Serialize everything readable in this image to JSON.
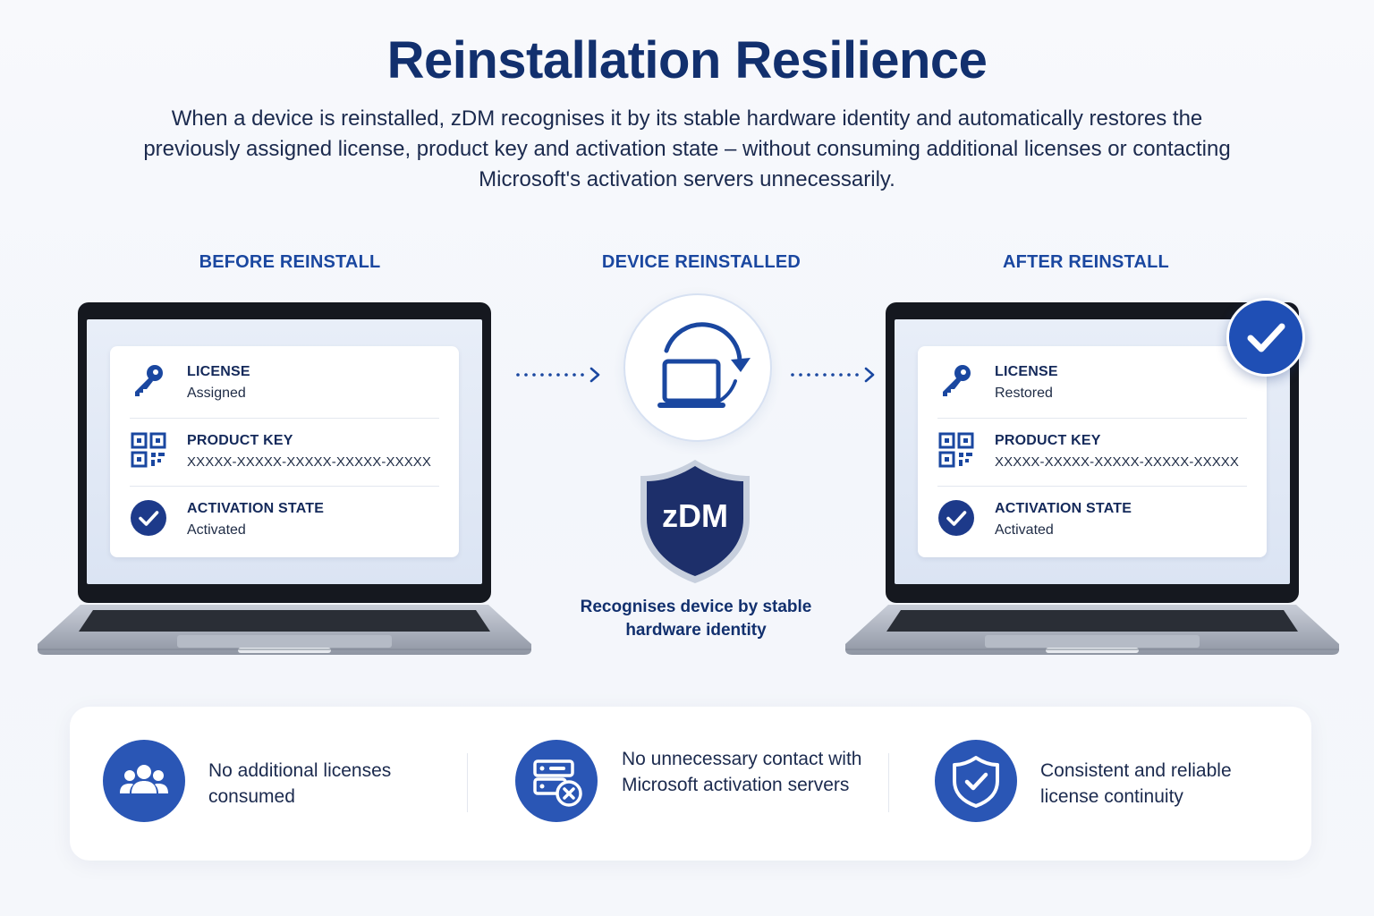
{
  "header": {
    "title": "Reinstallation Resilience",
    "subtitle": "When a device is reinstalled, zDM recognises it by its stable hardware identity and automatically restores the previously assigned license, product key and activation state – without consuming additional licenses or contacting Microsoft's activation servers unnecessarily."
  },
  "stages": {
    "before": "BEFORE REINSTALL",
    "middle": "DEVICE REINSTALLED",
    "after": "AFTER REINSTALL"
  },
  "before_card": {
    "license_label": "LICENSE",
    "license_value": "Assigned",
    "key_label": "PRODUCT KEY",
    "key_value": "XXXXX-XXXXX-XXXXX-XXXXX-XXXXX",
    "activation_label": "ACTIVATION STATE",
    "activation_value": "Activated"
  },
  "after_card": {
    "license_label": "LICENSE",
    "license_value": "Restored",
    "key_label": "PRODUCT KEY",
    "key_value": "XXXXX-XXXXX-XXXXX-XXXXX-XXXXX",
    "activation_label": "ACTIVATION STATE",
    "activation_value": "Activated"
  },
  "center": {
    "shield_text": "zDM",
    "caption": "Recognises device by stable hardware identity"
  },
  "benefits": [
    {
      "icon": "users-group-icon",
      "text": "No additional licenses consumed"
    },
    {
      "icon": "server-blocked-icon",
      "text": "No unnecessary contact with Microsoft activation servers"
    },
    {
      "icon": "shield-check-icon",
      "text": "Consistent and reliable license continuity"
    }
  ],
  "colors": {
    "primary": "#1f4fb5",
    "title": "#12306e",
    "shield": "#1d2f6a",
    "icon_blue": "#1a47a0"
  }
}
